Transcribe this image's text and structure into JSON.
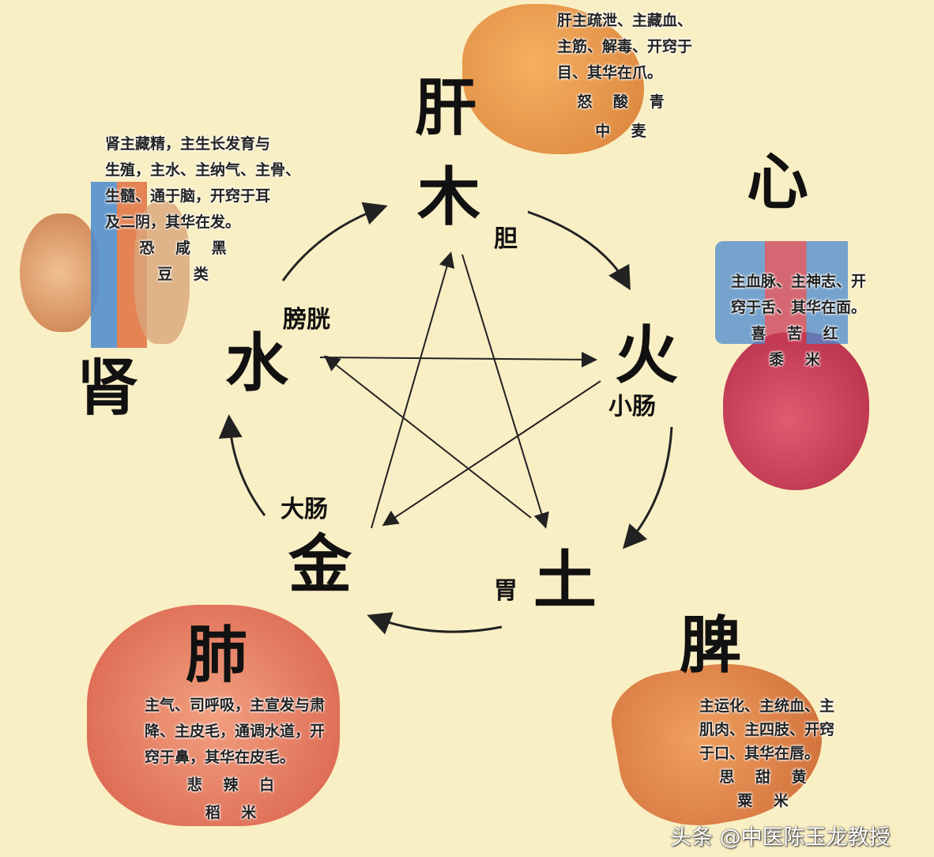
{
  "elements": {
    "wood": "木",
    "fire": "火",
    "earth": "土",
    "metal": "金",
    "water": "水"
  },
  "organs": {
    "liver": "肝",
    "heart": "心",
    "spleen": "脾",
    "lung": "肺",
    "kidney": "肾"
  },
  "fu_organs": {
    "gallbladder": "胆",
    "small_intestine": "小肠",
    "stomach": "胃",
    "large_intestine": "大肠",
    "bladder": "膀胱"
  },
  "descriptions": {
    "liver": {
      "lines": [
        "肝主疏泄、主藏血、",
        "主筋、解毒、开窍于",
        "目、其华在爪。"
      ],
      "attributes": "怒 酸 青",
      "grain": "中 麦"
    },
    "kidney": {
      "lines": [
        "肾主藏精，主生长发育与",
        "生殖，主水、主纳气、主骨、",
        "生髓、通于脑，开窍于耳",
        "及二阴，其华在发。"
      ],
      "attributes": "恐 咸 黑",
      "grain": "豆 类"
    },
    "heart": {
      "lines": [
        "主血脉、主神志、开",
        "窍于舌、其华在面。"
      ],
      "attributes": "喜 苦 红",
      "grain": "黍 米"
    },
    "lung": {
      "lines": [
        "主气、司呼吸，主宣发与肃",
        "降、主皮毛，通调水道，开",
        "窍于鼻，其华在皮毛。"
      ],
      "attributes": "悲 辣 白",
      "grain": "稻 米"
    },
    "spleen": {
      "lines": [
        "主运化、主统血、主",
        "肌肉、主四肢、开窍",
        "于口、其华在唇。"
      ],
      "attributes": "思 甜 黄",
      "grain": "粟 米"
    }
  },
  "watermark": "头条 @中医陈玉龙教授",
  "colors": {
    "background": "#f9efc4",
    "liver": "#e8924a",
    "heart": "#c83a55",
    "spleen": "#e0804a",
    "lung": "#e0705a",
    "kidney": "#d8956a",
    "vessel_blue": "#4a8ad0"
  }
}
